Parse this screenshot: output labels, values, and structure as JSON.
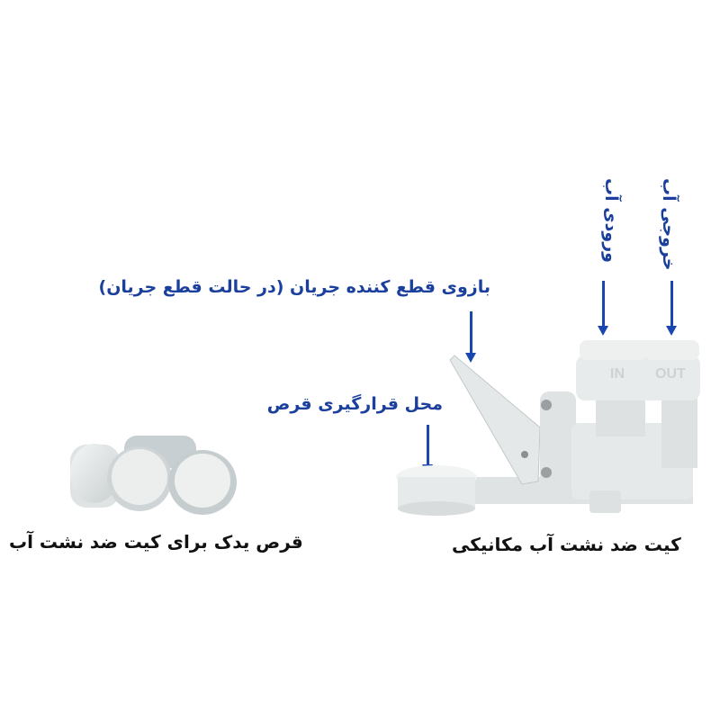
{
  "labels": {
    "lever": "بازوی قطع کننده جریان (در حالت قطع جریان)",
    "disc_seat": "محل قرارگیری قرص",
    "inlet": "ورودی آب",
    "outlet": "خروجی آب",
    "disc_caption": "قرص یدک برای کیت ضد نشت آب",
    "kit_caption": "کیت ضد نشت آب مکانیکی"
  },
  "valve_markings": {
    "in": "IN",
    "out": "OUT"
  },
  "colors": {
    "annotation_blue": "#1a3f9c",
    "arrow_blue": "#1a46b0",
    "caption_black": "#111111",
    "product_white": "#e9ecec"
  }
}
